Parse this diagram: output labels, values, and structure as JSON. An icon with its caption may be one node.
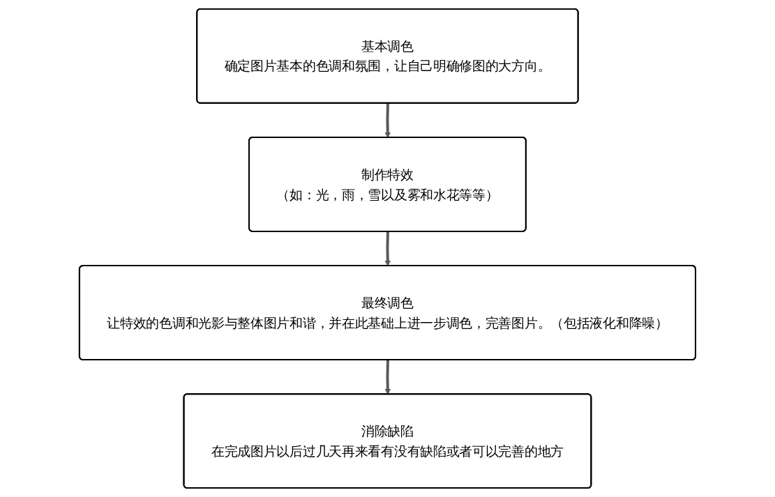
{
  "diagram": {
    "nodes": [
      {
        "text": [
          "基本调色",
          "确定图片基本的色调和氛围，让自己明确修图的大方向。"
        ]
      },
      {
        "text": [
          "制作特效",
          "（如：光，雨，雪以及雾和水花等等）"
        ]
      },
      {
        "text": [
          "最终调色",
          "让特效的色调和光影与整体图片和谐，并在此基础上进一步调色，完善图片。（包括液化和降噪）"
        ]
      },
      {
        "text": [
          "消除缺陷",
          "在完成图片以后过几天再来看有没有缺陷或者可以完善的地方"
        ]
      }
    ],
    "edges": [
      {
        "from": 0,
        "to": 1,
        "arrow": "to"
      },
      {
        "from": 1,
        "to": 2,
        "arrow": "to"
      },
      {
        "from": 2,
        "to": 3,
        "arrow": "to"
      }
    ]
  }
}
